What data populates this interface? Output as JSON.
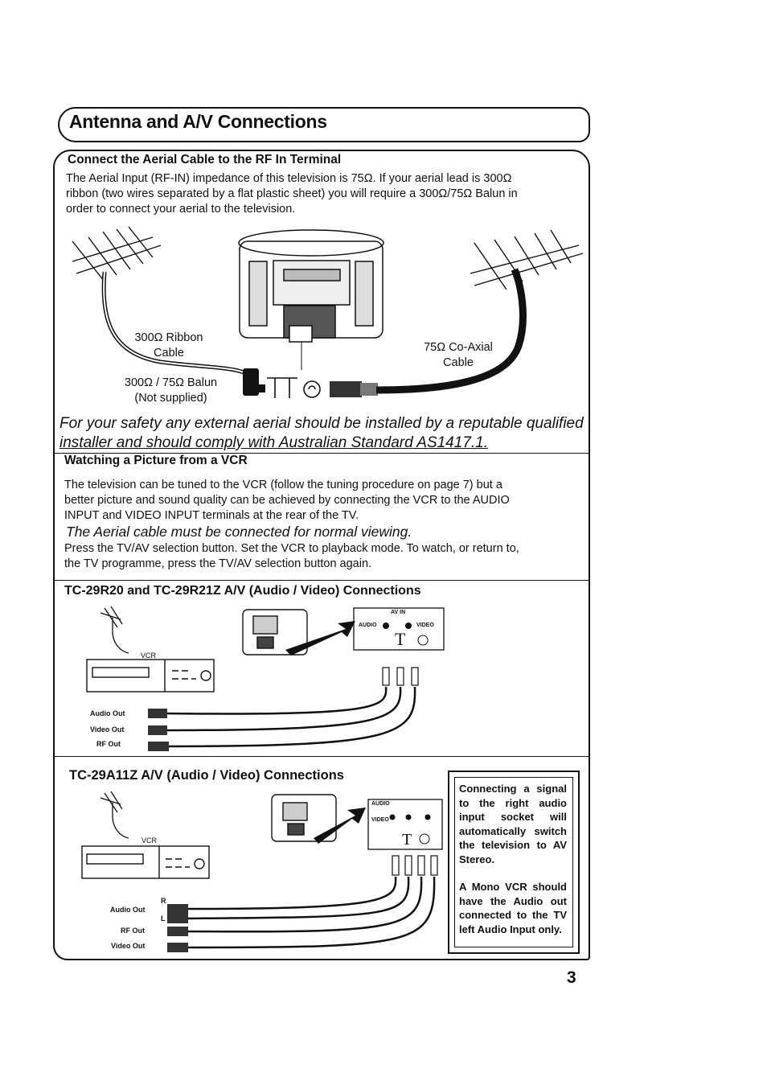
{
  "title": "Antenna and A/V Connections",
  "section1": {
    "heading": "Connect the Aerial Cable to the RF In Terminal",
    "lines": [
      "The Aerial Input (RF-IN) impedance of this television is 75Ω. If your aerial lead is 300Ω",
      "ribbon (two wires separated by a flat plastic sheet) you will require a 300Ω/75Ω Balun in",
      "order to connect your aerial to the television."
    ],
    "labels": {
      "ribbon": "300Ω Ribbon",
      "ribbon2": "Cable",
      "balun": "300Ω / 75Ω Balun",
      "balun2": "(Not supplied)",
      "coax": "75Ω Co-Axial",
      "coax2": "Cable"
    },
    "safety_line1": "For your safety any external aerial should be installed by a reputable qualified",
    "safety_line2": "installer and should comply with Australian Standard AS1417.1."
  },
  "section2": {
    "heading": "Watching a Picture from a VCR",
    "lines": [
      "The television can be tuned to the VCR (follow the tuning procedure on page 7) but a",
      "better picture and sound quality can be achieved by connecting the VCR to the AUDIO",
      "INPUT and VIDEO INPUT terminals at the rear of the TV."
    ],
    "italic": "The Aerial cable must be connected for normal viewing.",
    "lines2": [
      "Press the TV/AV selection button. Set the VCR to playback mode. To watch, or return to,",
      "the TV programme, press the TV/AV selection button again."
    ]
  },
  "section3": {
    "heading": "TC-29R20 and TC-29R21Z A/V (Audio / Video) Connections",
    "vcr_label": "VCR",
    "audio_out": "Audio Out",
    "video_out": "Video Out",
    "rf_out": "RF Out",
    "av_in": "AV IN",
    "audio": "AUDIO",
    "video": "VIDEO"
  },
  "section4": {
    "heading": "TC-29A11Z A/V (Audio / Video) Connections",
    "vcr_label": "VCR",
    "audio_out": "Audio Out",
    "r": "R",
    "l": "L",
    "rf_out": "RF Out",
    "video_out": "Video Out",
    "audio": "AUDIO",
    "video": "VIDEO",
    "note1": "Connecting a signal to the right audio input socket will automatically switch the television to AV Stereo.",
    "note2": "A Mono VCR should have the Audio out connected to the TV left Audio Input only."
  },
  "page_number": "3"
}
